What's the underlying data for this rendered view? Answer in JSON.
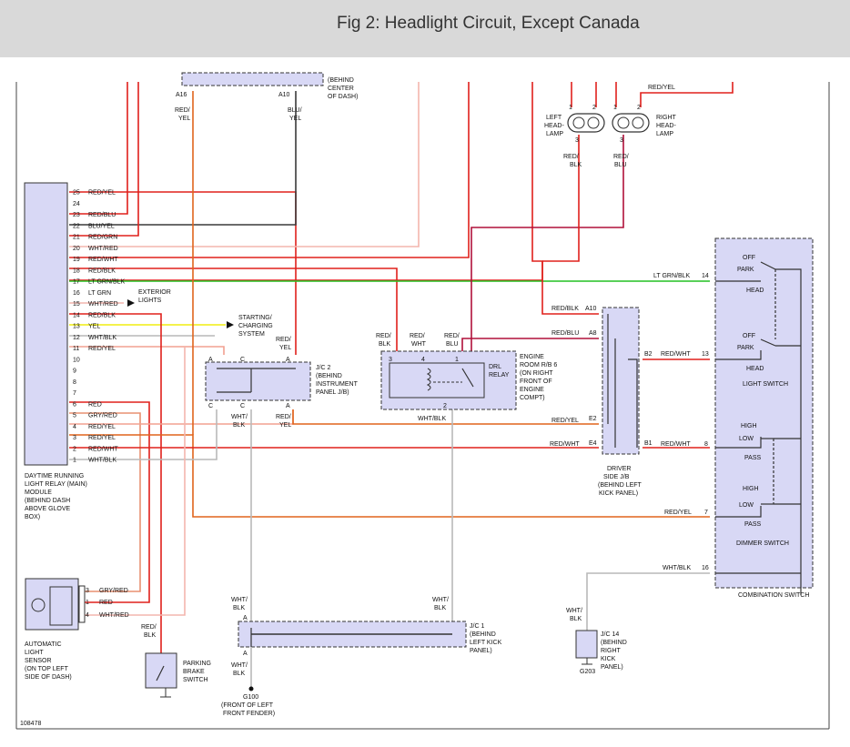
{
  "header": {
    "title": "Fig 2: Headlight Circuit, Except Canada"
  },
  "colors": {
    "red": "#e0201c",
    "orange": "#e0641c",
    "salmon": "#f2a090",
    "pink": "#f3b5ad",
    "maroon": "#b0103a",
    "green": "#22c022",
    "yellow": "#f0ee10",
    "gray": "#b9b9b9",
    "module_fill": "#d8d8f5"
  },
  "figure_id": "108478",
  "top_connectors": {
    "box_label": [
      "(BEHIND",
      "CENTER",
      "OF DASH)"
    ],
    "a16": "A16",
    "a10": "A10",
    "a16_wire": [
      "RED/",
      "YEL"
    ],
    "a10_wire": [
      "BLU/",
      "YEL"
    ],
    "top_right_wire": "RED/YEL"
  },
  "headlamps": {
    "left_label": [
      "LEFT",
      "HEAD-",
      "LAMP"
    ],
    "right_label": [
      "RIGHT",
      "HEAD-",
      "LAMP"
    ],
    "left_wire": [
      "RED/",
      "BLK"
    ],
    "right_wire": [
      "RED/",
      "BLU"
    ],
    "pin1": "1",
    "pin2": "2",
    "pin3": "3"
  },
  "drl_module": {
    "label": [
      "DAYTIME RUNNING",
      "LIGHT RELAY (MAIN)",
      "MODULE",
      "(BEHIND DASH",
      "ABOVE GLOVE",
      "BOX)"
    ],
    "pins": [
      {
        "pin": "25",
        "wire": "RED/YEL"
      },
      {
        "pin": "24",
        "wire": ""
      },
      {
        "pin": "23",
        "wire": "RED/BLU"
      },
      {
        "pin": "22",
        "wire": "BLU/YEL"
      },
      {
        "pin": "21",
        "wire": "RED/GRN"
      },
      {
        "pin": "20",
        "wire": "WHT/RED"
      },
      {
        "pin": "19",
        "wire": "RED/WHT"
      },
      {
        "pin": "18",
        "wire": "RED/BLK"
      },
      {
        "pin": "17",
        "wire": "LT GRN/BLK"
      },
      {
        "pin": "16",
        "wire": "LT GRN"
      },
      {
        "pin": "15",
        "wire": "WHT/RED"
      },
      {
        "pin": "14",
        "wire": "RED/BLK"
      },
      {
        "pin": "13",
        "wire": "YEL"
      },
      {
        "pin": "12",
        "wire": "WHT/BLK"
      },
      {
        "pin": "11",
        "wire": "RED/YEL"
      },
      {
        "pin": "10",
        "wire": ""
      },
      {
        "pin": "9",
        "wire": ""
      },
      {
        "pin": "8",
        "wire": ""
      },
      {
        "pin": "7",
        "wire": ""
      },
      {
        "pin": "6",
        "wire": "RED"
      },
      {
        "pin": "5",
        "wire": "GRY/RED"
      },
      {
        "pin": "4",
        "wire": "RED/YEL"
      },
      {
        "pin": "3",
        "wire": "RED/YEL"
      },
      {
        "pin": "2",
        "wire": "RED/WHT"
      },
      {
        "pin": "1",
        "wire": "WHT/BLK"
      }
    ]
  },
  "exterior_lights": [
    "EXTERIOR",
    "LIGHTS"
  ],
  "starting_system": [
    "STARTING/",
    "CHARGING",
    "SYSTEM"
  ],
  "jc2": {
    "label": [
      "J/C 2",
      "(BEHIND",
      "INSTRUMENT",
      "PANEL J/B)"
    ],
    "pin_a": "A",
    "pin_c": "C",
    "top_wire": [
      "RED/",
      "YEL"
    ],
    "bottom_wht": [
      "WHT/",
      "BLK"
    ],
    "bottom_red": [
      "RED/",
      "YEL"
    ]
  },
  "drl_relay": {
    "label": [
      "ENGINE",
      "ROOM R/B 6",
      "(ON RIGHT",
      "FRONT OF",
      "ENGINE",
      "COMPT)"
    ],
    "relay_label": [
      "DRL",
      "RELAY"
    ],
    "wire_3": [
      "RED/",
      "BLK"
    ],
    "wire_4": [
      "RED/",
      "WHT"
    ],
    "wire_1": [
      "RED/",
      "BLU"
    ],
    "wire_2": "WHT/BLK",
    "p3": "3",
    "p4": "4",
    "p1": "1",
    "p2": "2"
  },
  "driver_jb": {
    "label": [
      "DRIVER",
      "SIDE J/B",
      "(BEHIND LEFT",
      "KICK PANEL)"
    ],
    "a10": "A10",
    "a8": "A8",
    "b2": "B2",
    "e2": "E2",
    "e4": "E4",
    "b1": "B1",
    "a10_wire": "RED/BLK",
    "a8_wire": "RED/BLU",
    "b2_wire": "RED/WHT",
    "e2_wire": "RED/YEL",
    "e4_wire": "RED/WHT",
    "b1_wire": "RED/WHT"
  },
  "combination_switch": {
    "label": "COMBINATION SWITCH",
    "light_switch": "LIGHT SWITCH",
    "dimmer_switch": "DIMMER SWITCH",
    "upper": [
      "OFF",
      "PARK",
      "HEAD"
    ],
    "lower": [
      "OFF",
      "PARK",
      "HEAD"
    ],
    "hi_lo_1": [
      "HIGH",
      "LOW",
      "PASS"
    ],
    "hi_lo_2": [
      "HIGH",
      "LOW",
      "PASS"
    ],
    "pin14": "14",
    "pin13": "13",
    "pin8": "8",
    "pin7": "7",
    "pin16": "16",
    "wire14": "LT GRN/BLK",
    "wire13": "RED/WHT",
    "wire8": "RED/WHT",
    "wire7": "RED/YEL",
    "wire16": "WHT/BLK"
  },
  "light_sensor": {
    "label": [
      "AUTOMATIC",
      "LIGHT",
      "SENSOR",
      "(ON TOP LEFT",
      "SIDE OF DASH)"
    ],
    "pins": [
      {
        "pin": "3",
        "wire": "GRY/RED"
      },
      {
        "pin": "1",
        "wire": "RED"
      },
      {
        "pin": "4",
        "wire": "WHT/RED"
      }
    ]
  },
  "parking_brake": {
    "label": [
      "PARKING",
      "BRAKE",
      "SWITCH"
    ],
    "wire": [
      "RED/",
      "BLK"
    ]
  },
  "jc1": {
    "label": [
      "J/C 1",
      "(BEHIND",
      "LEFT KICK",
      "PANEL)"
    ],
    "left_wire": [
      "WHT/",
      "BLK"
    ],
    "right_wire": [
      "WHT/",
      "BLK"
    ],
    "pin_a": "A",
    "ground_wire": [
      "WHT/",
      "BLK"
    ]
  },
  "g100": {
    "label": [
      "G100",
      "(FRONT OF LEFT",
      "FRONT FENDER)"
    ]
  },
  "jc14": {
    "label": [
      "J/C 14",
      "(BEHIND",
      "RIGHT",
      "KICK",
      "PANEL)"
    ],
    "wire": [
      "WHT/",
      "BLK"
    ],
    "ground": "G203"
  }
}
